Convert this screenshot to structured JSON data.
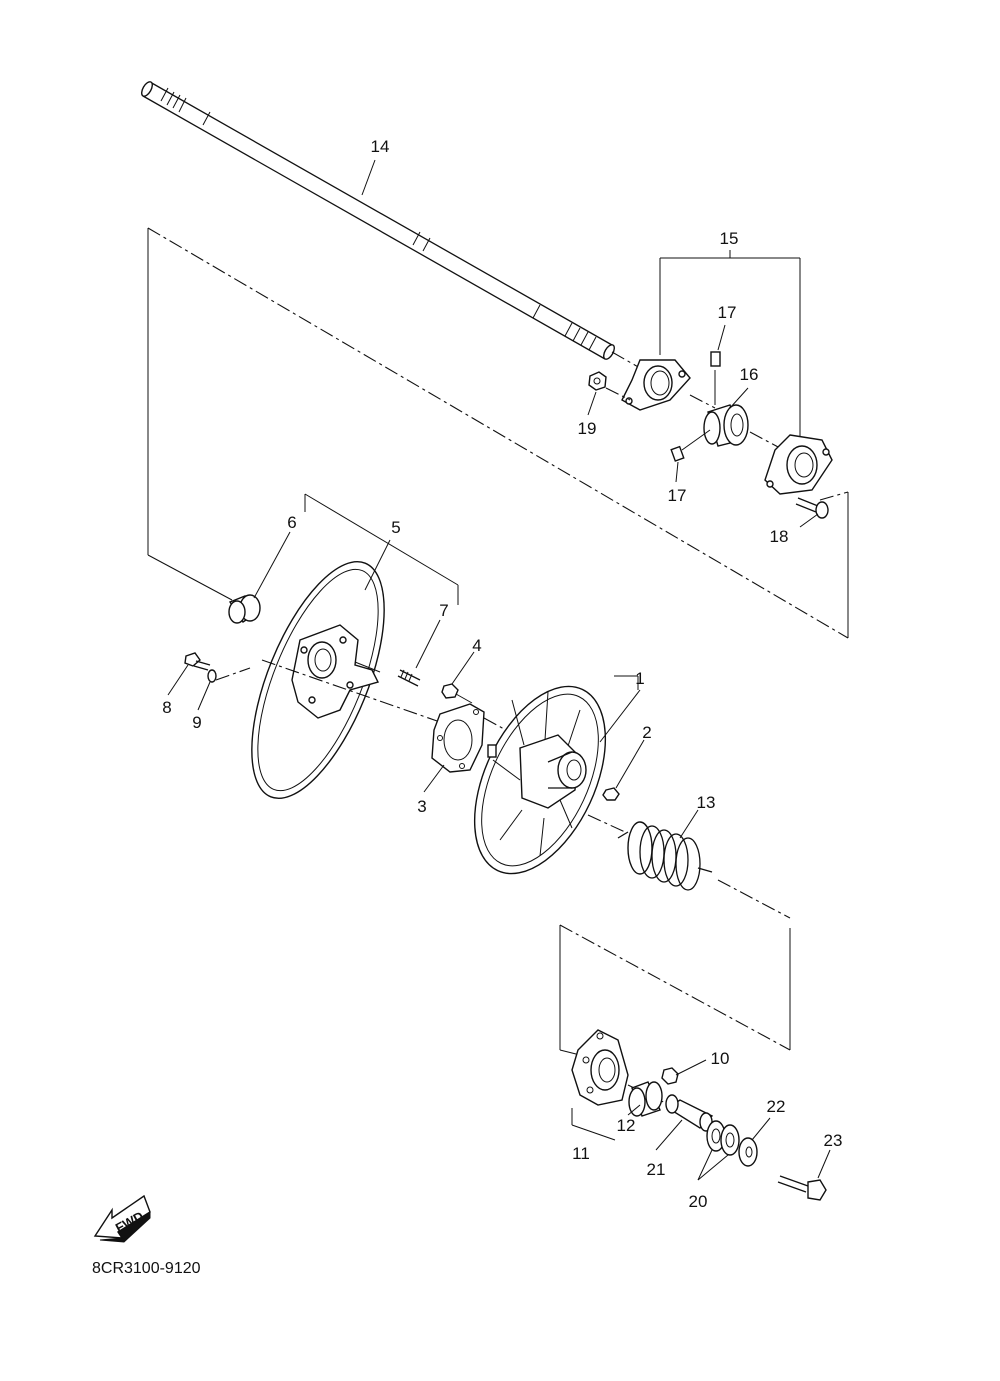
{
  "diagram": {
    "part_numbers": [
      "1",
      "2",
      "3",
      "4",
      "5",
      "6",
      "7",
      "8",
      "9",
      "10",
      "11",
      "12",
      "13",
      "14",
      "15",
      "16",
      "17",
      "17",
      "18",
      "19",
      "20",
      "21",
      "22",
      "23"
    ],
    "fwd_label": "FWD",
    "drawing_code": "8CR3100-9120"
  }
}
